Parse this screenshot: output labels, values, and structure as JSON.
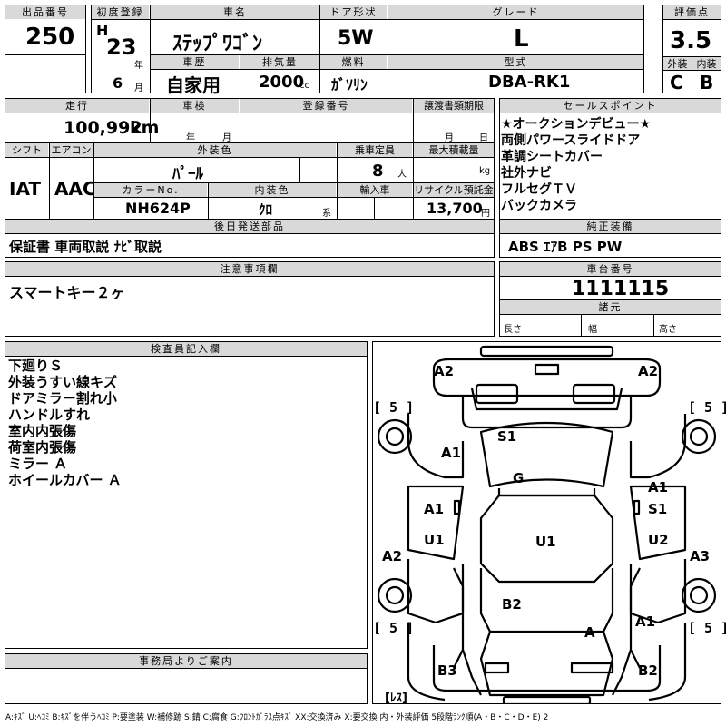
{
  "header": {
    "lot_label": "出品番号",
    "lot": "250",
    "reg_label": "初度登録",
    "era": "H",
    "year": "23",
    "year_unit": "年",
    "month": "6",
    "month_unit": "月",
    "name_label": "車名",
    "name": "ｽﾃｯﾌﾟﾜｺﾞﾝ",
    "door_label": "ドア形状",
    "door": "5W",
    "grade_label": "グレード",
    "grade": "L",
    "score_label": "評価点",
    "score": "3.5",
    "history_label": "車歴",
    "history": "自家用",
    "cc_label": "排気量",
    "cc": "2000",
    "cc_unit": "cc",
    "fuel_label": "燃料",
    "fuel": "ｶﾞｿﾘﾝ",
    "model_label": "型式",
    "model": "DBA-RK1",
    "ext_label": "外装",
    "ext": "C",
    "int_label": "内装",
    "int": "B"
  },
  "row2": {
    "mileage_label": "走行",
    "mileage": "100,992",
    "mileage_unit": "km",
    "inspection_label": "車検",
    "insp_year": "年",
    "insp_month": "月",
    "regno_label": "登録番号",
    "transfer_label": "譲渡書類期限",
    "tr_month": "月",
    "tr_day": "日",
    "shift_label": "シフト",
    "shift": "IAT",
    "ac_label": "エアコン",
    "ac": "AAC",
    "color_label": "外装色",
    "color": "ﾊﾟｰﾙ",
    "capacity_label": "乗車定員",
    "capacity": "8",
    "capacity_unit": "人",
    "load_label": "最大積載量",
    "load_unit": "kg",
    "colorno_label": "カラーNo.",
    "colorno": "NH624P",
    "intcolor_label": "内装色",
    "intcolor": "ｸﾛ",
    "intcolor_unit": "系",
    "import_label": "輸入車",
    "recycle_label": "リサイクル預託金",
    "recycle": "13,700",
    "recycle_unit": "円",
    "later_label": "後日発送部品",
    "later": "保証書 車両取説 ﾅﾋﾞ取説"
  },
  "sales": {
    "label": "セールスポイント",
    "items": [
      "★オークションデビュー★",
      "両側パワースライドドア",
      "革調シートカバー",
      "社外ナビ",
      "フルセグＴＶ",
      "バックカメラ"
    ]
  },
  "equipment": {
    "label": "純正装備",
    "value": "ABS ｴｱB PS PW"
  },
  "notes": {
    "label": "注意事項欄",
    "value": "スマートキー２ヶ"
  },
  "chassis": {
    "label": "車台番号",
    "value": "1111115",
    "spec_label": "諸元",
    "len": "長さ",
    "wid": "幅",
    "hgt": "高さ"
  },
  "inspector": {
    "label": "検査員記入欄",
    "lines": [
      "下廻りＳ",
      "外装うすい線キズ",
      "ドアミラー割れ小",
      "ハンドルすれ",
      "室内内張傷",
      "荷室内張傷",
      "ミラー Ａ",
      "ホイールカバー Ａ"
    ]
  },
  "office": {
    "label": "事務局よりご案内"
  },
  "diagram": {
    "a2_tl": "A2",
    "a2_tr": "A2",
    "tire_tl": "[ 5 ]",
    "tire_tr": "[ 5 ]",
    "s1_top": "S1",
    "a1_left": "A1",
    "g": "G",
    "a1_ld": "A1",
    "a1_rd": "A1",
    "s1_r": "S1",
    "u1_l": "U1",
    "u1_c": "U1",
    "u2_r": "U2",
    "a2_l": "A2",
    "a3_r": "A3",
    "b2_c": "B2",
    "tire_bl": "[ 5 ]",
    "tire_br": "[ 5 ]",
    "a_rear": "A",
    "a1_br": "A1",
    "b3": "B3",
    "b2_br": "B2",
    "spare": "[ﾚｽ]"
  },
  "legend": "A:ｷｽﾞ U:ﾍｺﾐ B:ｷｽﾞを伴うﾍｺﾐ P:要塗装 W:補修跡 S:錆 C:腐食 G:ﾌﾛﾝﾄｶﾞﾗｽ点ｷｽﾞ XX:交換済み X:要交換 内・外装評価 5段階ﾗﾝｸ順(A・B・C・D・E) 2"
}
